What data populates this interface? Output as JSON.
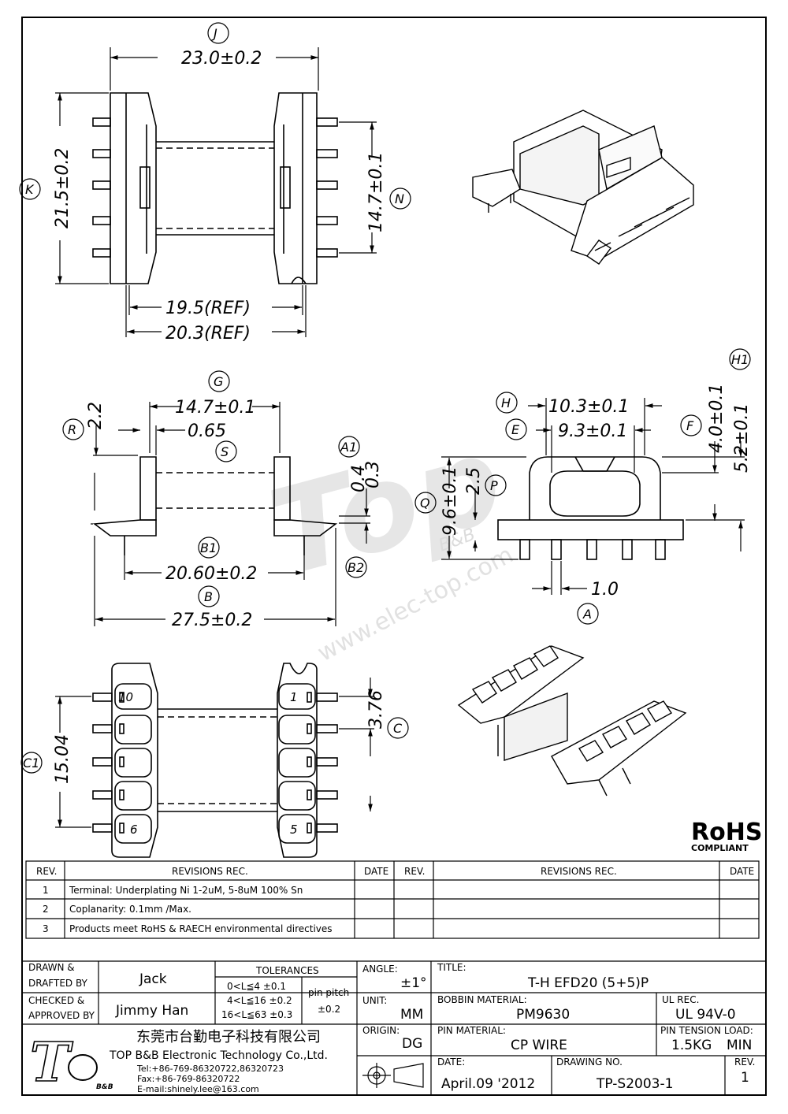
{
  "dimensions": {
    "J": "23.0±0.2",
    "K": "21.5±0.2",
    "N": "14.7±0.1",
    "ref1": "19.5(REF)",
    "ref2": "20.3(REF)",
    "G": "14.7±0.1",
    "R": "2.2",
    "S": "0.65",
    "A1a": "0.4",
    "A1b": "0.3",
    "B1": "20.60±0.2",
    "B": "27.5±0.2",
    "H": "10.3±0.1",
    "E": "9.3±0.1",
    "F": "4.0±0.1",
    "H1": "5.2±0.1",
    "Q": "9.6±0.1",
    "P": "2.5",
    "A": "1.0",
    "C": "3.76",
    "C1": "15.04"
  },
  "labels": {
    "J": "J",
    "K": "K",
    "N": "N",
    "G": "G",
    "R": "R",
    "S": "S",
    "A1": "A1",
    "B1": "B1",
    "B2": "B2",
    "B": "B",
    "H": "H",
    "E": "E",
    "F": "F",
    "H1": "H1",
    "Q": "Q",
    "P": "P",
    "A": "A",
    "C": "C",
    "C1": "C1"
  },
  "pins": {
    "p10": "10",
    "p6": "6",
    "p1": "1",
    "p5": "5"
  },
  "watermark": {
    "logo_text": "Top",
    "sub": "B&B",
    "url": "www.elec-top.com"
  },
  "rohs": {
    "title": "RoHS",
    "sub": "COMPLIANT"
  },
  "revisions": {
    "headers": {
      "rev": "REV.",
      "rec": "REVISIONS   REC.",
      "date": "DATE"
    },
    "rows": [
      {
        "rev": "1",
        "text": "Terminal: Underplating Ni 1-2uM, 5-8uM 100% Sn"
      },
      {
        "rev": "2",
        "text": "Coplanarity: 0.1mm  /Max."
      },
      {
        "rev": "3",
        "text": "Products  meet  RoHS & RAECH  environmental  directives"
      }
    ]
  },
  "title_block": {
    "drawn_label1": "DRAWN &",
    "drawn_label2": "DRAFTED BY",
    "drawn_by": "Jack",
    "checked_label1": "CHECKED &",
    "checked_label2": "APPROVED BY",
    "checked_by": "Jimmy  Han",
    "tolerances_label": "TOLERANCES",
    "tol1": "0<L≦4    ±0.1",
    "tol2": "4<L≦16  ±0.2",
    "tol3": "16<L≦63  ±0.3",
    "pin_pitch_label1": "pin  pitch",
    "pin_pitch_value": "±0.2",
    "angle_label": "ANGLE:",
    "angle_value": "±1°",
    "unit_label": "UNIT:",
    "unit_value": "MM",
    "origin_label": "ORIGIN:",
    "origin_value": "DG",
    "title_label": "TITLE:",
    "title_value": "T-H  EFD20  (5+5)P",
    "bobbin_label": "BOBBIN MATERIAL:",
    "bobbin_value": "PM9630",
    "ul_label": "UL REC.",
    "ul_value": "UL  94V-0",
    "pin_mat_label": "PIN MATERIAL:",
    "pin_mat_value": "CP  WIRE",
    "tension_label": "PIN TENSION LOAD:",
    "tension_value1": "1.5KG",
    "tension_value2": "MIN",
    "date_label": "DATE:",
    "date_value": "April.09  '2012",
    "drawing_label": "DRAWING NO.",
    "drawing_value": "TP-S2003-1",
    "rev_label": "REV.",
    "rev_value": "1"
  },
  "company": {
    "cn_name": "东莞市台勤电子科技有限公司",
    "en_name": "TOP B&B Electronic Technology Co.,Ltd.",
    "tel": "Tel:+86-769-86320722,86320723",
    "fax": "Fax:+86-769-86320722",
    "email": "E-mail:shinely.lee@163.com",
    "logo_sub": "B&B"
  }
}
